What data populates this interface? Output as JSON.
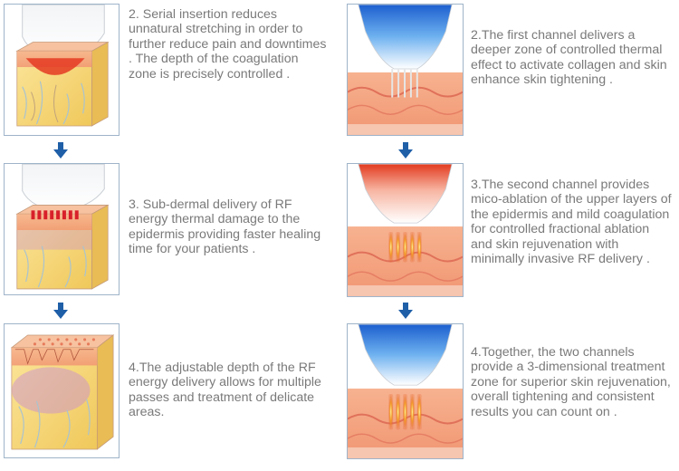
{
  "left_steps": [
    {
      "text": "2. Serial insertion reduces unnatural stretching in order to further reduce pain and downtimes . The depth of the coagulation zone is precisely controlled ."
    },
    {
      "text": "3. Sub-dermal delivery of RF energy thermal damage to the epidermis providing faster healing time for your patients ."
    },
    {
      "text": "4.The adjustable depth of the RF energy delivery allows for multiple passes and treatment of delicate areas."
    }
  ],
  "right_steps": [
    {
      "text": "2.The first channel delivers a deeper zone of controlled thermal effect to activate collagen and skin enhance skin tightening ."
    },
    {
      "text": "3.The second channel provides mico-ablation of the upper layers of the epidermis and mild coagulation for controlled fractional ablation and skin rejuvenation with minimally invasive RF delivery ."
    },
    {
      "text": "4.Together, the two channels provide a 3-dimensional treatment zone for superior skin rejuvenation, overall tightening and consistent results you can count on ."
    }
  ],
  "colors": {
    "text": "#7a7a7a",
    "arrow": "#1f5fa8",
    "frame": "#9fb4c9",
    "skin": "#f3a37f",
    "fat": "#f6d878",
    "tip_blue": "#2a73d6",
    "tip_red": "#e8452a"
  },
  "icons": [
    "down-arrow-icon",
    "rf-handpiece-icon",
    "skin-cube-icon"
  ]
}
